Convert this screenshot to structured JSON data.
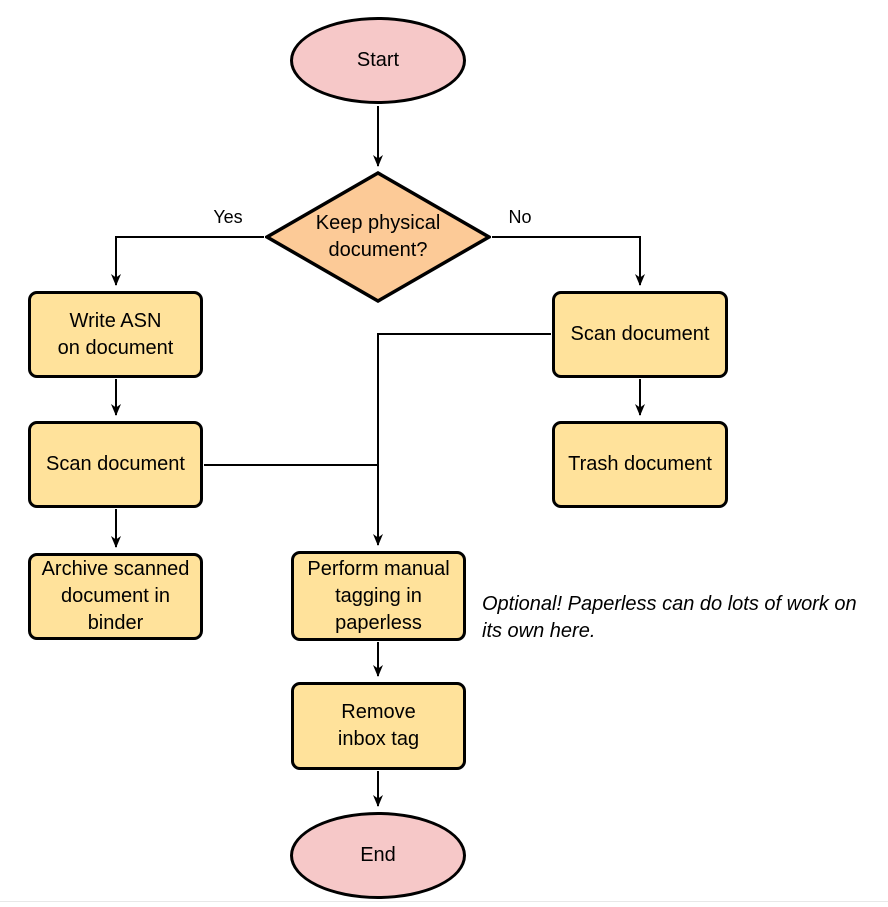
{
  "colors": {
    "background": "#FFFFFF",
    "stroke": "#000000",
    "terminal_fill": "#F6C8C8",
    "decision_fill": "#FCCA97",
    "process_fill": "#FFE29B"
  },
  "nodes": {
    "start": {
      "shape": "ellipse",
      "label": "Start"
    },
    "decision": {
      "shape": "diamond",
      "label": "Keep physical\ndocument?"
    },
    "write_asn": {
      "shape": "process",
      "label": "Write ASN\non document"
    },
    "scan_left": {
      "shape": "process",
      "label": "Scan document"
    },
    "archive": {
      "shape": "process",
      "label": "Archive scanned\ndocument in\nbinder"
    },
    "scan_right": {
      "shape": "process",
      "label": "Scan document"
    },
    "trash": {
      "shape": "process",
      "label": "Trash document"
    },
    "tagging": {
      "shape": "process",
      "label": "Perform manual\ntagging in\npaperless"
    },
    "remove_inbox": {
      "shape": "process",
      "label": "Remove\ninbox tag"
    },
    "end": {
      "shape": "ellipse",
      "label": "End"
    }
  },
  "edge_labels": {
    "yes": "Yes",
    "no": "No"
  },
  "edges": [
    {
      "from": "start",
      "to": "decision"
    },
    {
      "from": "decision",
      "to": "write_asn",
      "label": "Yes"
    },
    {
      "from": "decision",
      "to": "scan_right",
      "label": "No"
    },
    {
      "from": "write_asn",
      "to": "scan_left"
    },
    {
      "from": "scan_left",
      "to": "archive"
    },
    {
      "from": "scan_right",
      "to": "trash"
    },
    {
      "from": "scan_right",
      "to": "tagging"
    },
    {
      "from": "scan_left",
      "to": "tagging"
    },
    {
      "from": "tagging",
      "to": "remove_inbox"
    },
    {
      "from": "remove_inbox",
      "to": "end"
    }
  ],
  "annotation": "Optional! Paperless can do lots of work on\nits own here."
}
